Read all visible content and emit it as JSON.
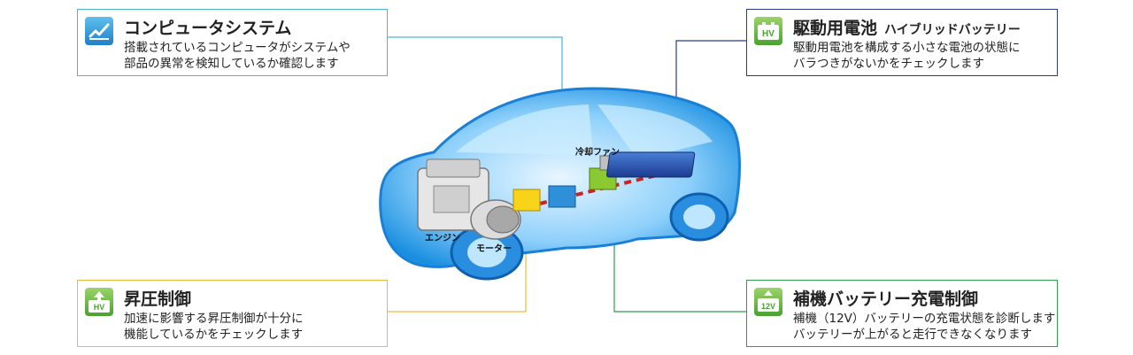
{
  "computer": {
    "title": "コンピュータシステム",
    "desc_line1": "搭載されているコンピュータがシステムや",
    "desc_line2": "部品の異常を検知しているか確認します",
    "icon": "wrench-check-icon"
  },
  "hybrid_battery": {
    "title": "駆動用電池",
    "subtitle": "ハイブリッドバッテリー",
    "desc_line1": "駆動用電池を構成する小さな電池の状態に",
    "desc_line2": "バラつきがないかをチェックします",
    "icon": "hv-battery-icon",
    "icon_text": "HV"
  },
  "boost_control": {
    "title": "昇圧制御",
    "desc_line1": "加速に影響する昇圧制御が十分に",
    "desc_line2": "機能しているかをチェックします",
    "icon": "hv-boost-icon",
    "icon_text": "HV"
  },
  "aux_battery": {
    "title": "補機バッテリー充電制御",
    "desc_line1": "補機（12V）バッテリーの充電状態を診断します",
    "desc_line2": "バッテリーが上がると走行できなくなります",
    "icon": "12v-battery-icon",
    "icon_text": "12V"
  },
  "car_labels": {
    "fan": "冷却ファン",
    "engine": "エンジン",
    "motor": "モーター"
  },
  "colors": {
    "computer_line": "#4bb4d6",
    "hybrid_line": "#2a3a8c",
    "boost_line": "#f0b840",
    "aux_line": "#2e9e4c",
    "car_body": "#1a8fe0"
  }
}
